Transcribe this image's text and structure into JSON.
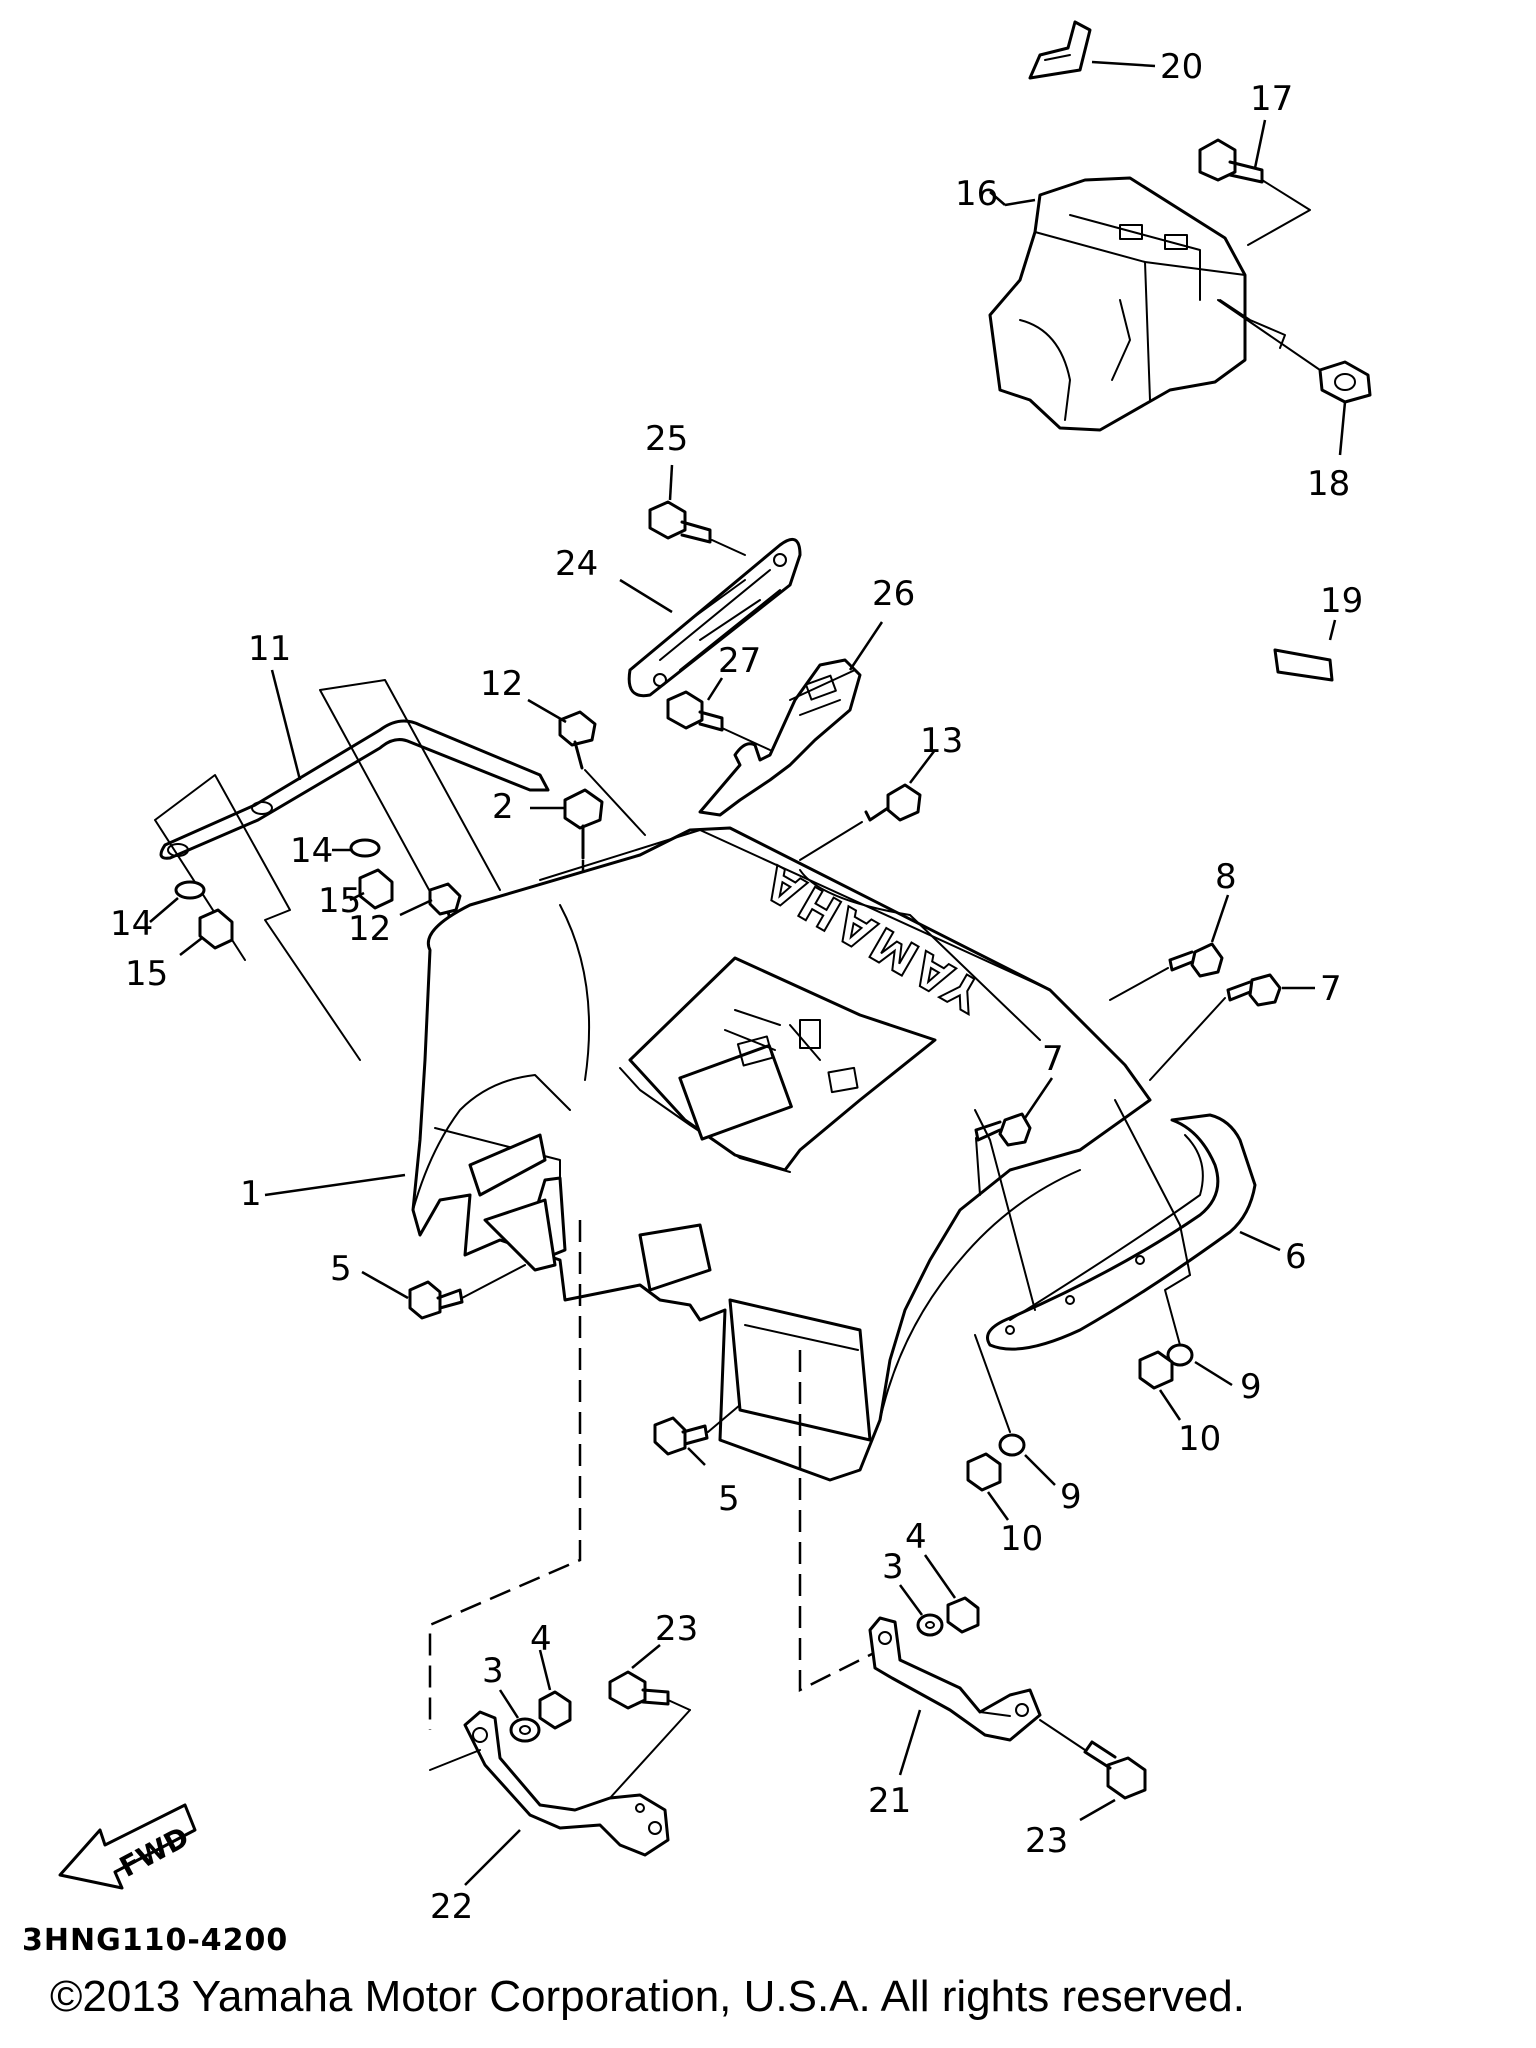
{
  "diagram": {
    "code": "3HNG110-4200",
    "copyright": "©2013 Yamaha Motor Corporation, U.S.A. All rights reserved.",
    "brand_text": "YAMAHA",
    "direction_label": "FWD"
  },
  "callouts": {
    "c1": "1",
    "c2": "2",
    "c3a": "3",
    "c3b": "3",
    "c4a": "4",
    "c4b": "4",
    "c5a": "5",
    "c5b": "5",
    "c6": "6",
    "c7a": "7",
    "c7b": "7",
    "c8": "8",
    "c9a": "9",
    "c9b": "9",
    "c10a": "10",
    "c10b": "10",
    "c11": "11",
    "c12a": "12",
    "c12b": "12",
    "c13": "13",
    "c14a": "14",
    "c14b": "14",
    "c15a": "15",
    "c15b": "15",
    "c16": "16",
    "c17": "17",
    "c18": "18",
    "c19": "19",
    "c20": "20",
    "c21": "21",
    "c22": "22",
    "c23a": "23",
    "c23b": "23",
    "c24": "24",
    "c25": "25",
    "c26": "26",
    "c27": "27"
  }
}
